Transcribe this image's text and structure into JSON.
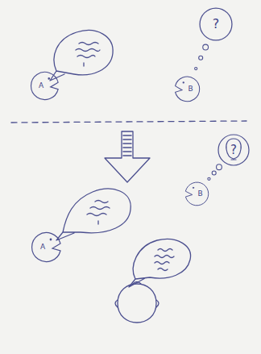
{
  "diagram": {
    "nodes": [
      {
        "text": [
          "?"
        ]
      },
      {
        "text": [
          "A"
        ]
      },
      {
        "text": [
          "B"
        ]
      },
      {
        "text": [
          "?"
        ]
      },
      {
        "text": [
          "A"
        ]
      },
      {
        "text": [
          "B"
        ]
      }
    ],
    "edges": [
      {
        "from": 2,
        "to": 0,
        "arrow": "none"
      },
      {
        "from": 5,
        "to": 3,
        "arrow": "none"
      }
    ]
  }
}
